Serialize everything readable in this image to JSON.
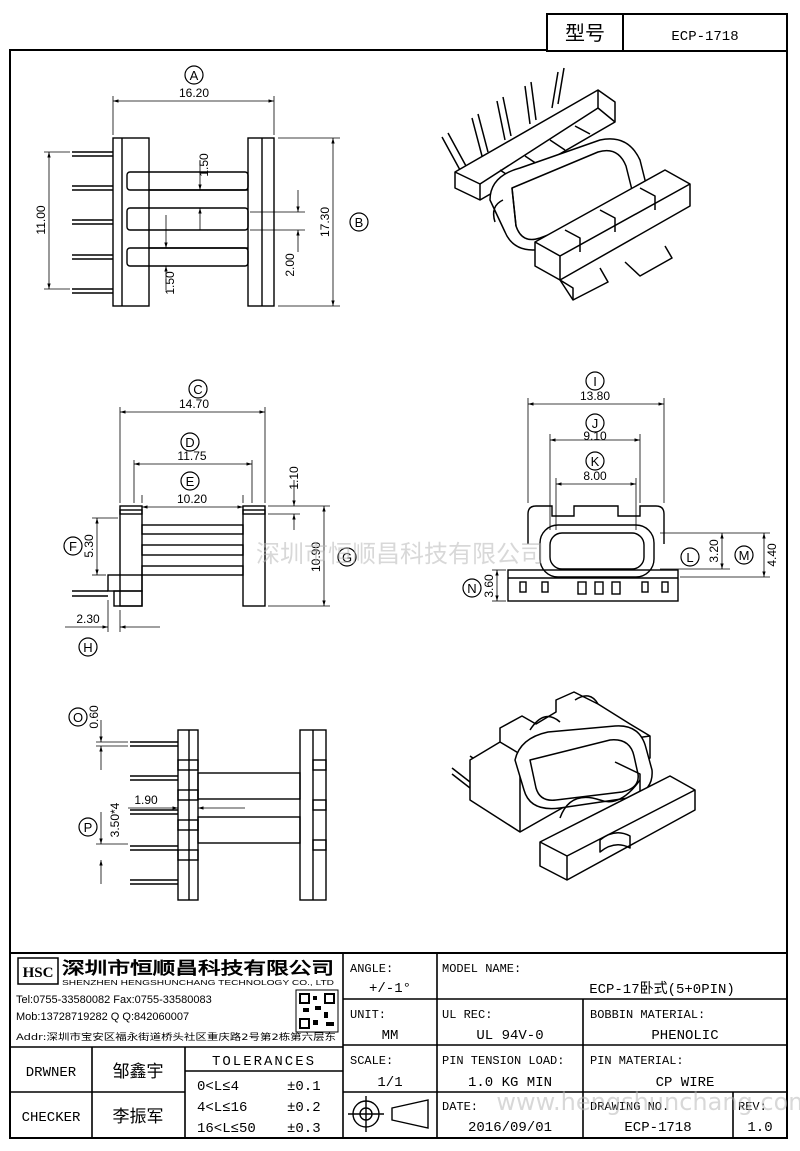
{
  "header": {
    "model_label": "型号",
    "model_value": "ECP-1718"
  },
  "watermarks": {
    "center": "深圳市恒顺昌科技有限公司",
    "bottom": "www.hengshunchang.com"
  },
  "views": {
    "top": {
      "balloons": [
        "A",
        "B"
      ],
      "dims": [
        "16.20",
        "17.30",
        "11.00",
        "1.50",
        "1.50",
        "2.00"
      ]
    },
    "front": {
      "balloons": [
        "C",
        "D",
        "E",
        "F",
        "G",
        "H"
      ],
      "dims": [
        "14.70",
        "11.75",
        "10.20",
        "1.10",
        "5.30",
        "10.90",
        "2.30"
      ]
    },
    "side": {
      "balloons": [
        "I",
        "J",
        "K",
        "L",
        "M",
        "N"
      ],
      "dims": [
        "13.80",
        "9.10",
        "8.00",
        "3.20",
        "4.40",
        "3.60"
      ]
    },
    "bottom": {
      "balloons": [
        "O",
        "P"
      ],
      "dims": [
        "0.60",
        "3.50*4",
        "1.90"
      ]
    }
  },
  "company": {
    "logo_text": "HSC",
    "name_cn": "深圳市恒顺昌科技有限公司",
    "name_en": "SHENZHEN HENGSHUNCHANG TECHNOLOGY CO., LTD",
    "tel_fax": "Tel:0755-33580082 Fax:0755-33580083",
    "mob_qq": "Mob:13728719282    Q  Q:842060007",
    "addr": "Addr:深圳市宝安区福永街道桥头社区重庆路2号第2栋第六层东"
  },
  "title_block": {
    "drawer_label": "DRWNER",
    "drawer_value": "邹鑫宇",
    "checker_label": "CHECKER",
    "checker_value": "李振军",
    "tolerances_title": "TOLERANCES",
    "tolerances": [
      {
        "range": "0<L≤4",
        "value": "±0.1"
      },
      {
        "range": "4<L≤16",
        "value": "±0.2"
      },
      {
        "range": "16<L≤50",
        "value": "±0.3"
      }
    ],
    "angle_label": "ANGLE:",
    "angle_value": "+/-1°",
    "unit_label": "UNIT:",
    "unit_value": "MM",
    "scale_label": "SCALE:",
    "scale_value": "1/1",
    "model_name_label": "MODEL NAME:",
    "model_name_value": "ECP-17卧式(5+0PIN)",
    "ul_label": "UL REC:",
    "ul_value": "UL 94V-0",
    "bobbin_label": "BOBBIN MATERIAL:",
    "bobbin_value": "PHENOLIC",
    "pin_tension_label": "PIN TENSION LOAD:",
    "pin_tension_value": "1.0 KG MIN",
    "pin_material_label": "PIN MATERIAL:",
    "pin_material_value": "CP WIRE",
    "date_label": "DATE:",
    "date_value": "2016/09/01",
    "drawing_label": "DRAWING NO.",
    "drawing_value": "ECP-1718",
    "rev_label": "REV:",
    "rev_value": "1.0"
  }
}
